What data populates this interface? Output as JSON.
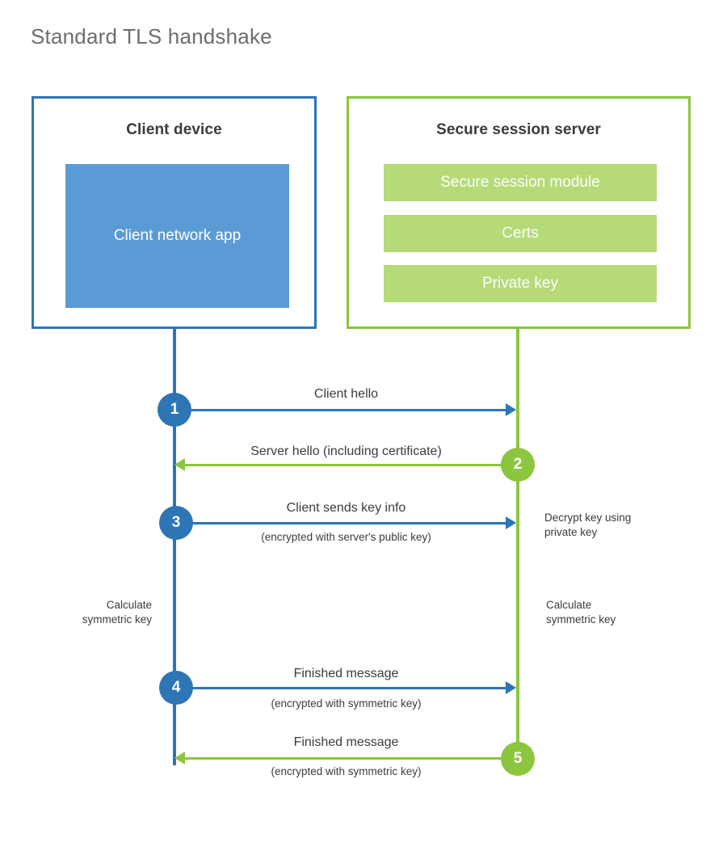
{
  "title": "Standard TLS handshake",
  "colors": {
    "client_border": "#2E75B6",
    "client_fill": "#5B9BD5",
    "server_border": "#8CC63E",
    "server_fill": "#B5DA77",
    "title_text": "#6d6d6d",
    "body_text": "#3b3b3b",
    "background": "#ffffff"
  },
  "client": {
    "title": "Client device",
    "components": [
      {
        "label": "Client network app"
      }
    ]
  },
  "server": {
    "title": "Secure session server",
    "components": [
      {
        "label": "Secure session module"
      },
      {
        "label": "Certs"
      },
      {
        "label": "Private key"
      }
    ]
  },
  "steps": [
    {
      "number": "1",
      "label": "Client hello",
      "sublabel": "",
      "direction": "client-to-server",
      "color": "#2E75B6"
    },
    {
      "number": "2",
      "label": "Server hello (including certificate)",
      "sublabel": "",
      "direction": "server-to-client",
      "color": "#8CC63E"
    },
    {
      "number": "3",
      "label": "Client sends key info",
      "sublabel": "(encrypted with server's public key)",
      "direction": "client-to-server",
      "color": "#2E75B6"
    },
    {
      "number": "4",
      "label": "Finished message",
      "sublabel": "(encrypted with symmetric key)",
      "direction": "client-to-server",
      "color": "#2E75B6"
    },
    {
      "number": "5",
      "label": "Finished message",
      "sublabel": "(encrypted with symmetric key)",
      "direction": "server-to-client",
      "color": "#8CC63E"
    }
  ],
  "notes": {
    "decrypt_key": "Decrypt key using\nprivate key",
    "decrypt_key_line1": "Decrypt key using",
    "decrypt_key_line2": "private key",
    "client_calculate_line1": "Calculate",
    "client_calculate_line2": "symmetric key",
    "server_calculate_line1": "Calculate",
    "server_calculate_line2": "symmetric key"
  }
}
